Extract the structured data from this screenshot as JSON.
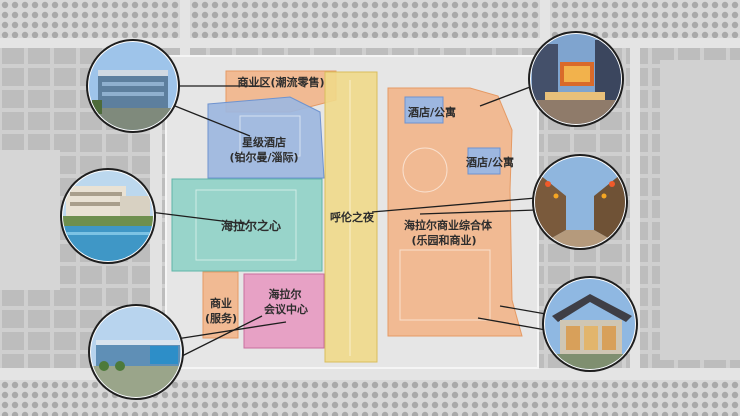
{
  "zones": {
    "commercial_trend": "商业区(潮流零售)",
    "star_hotel_line1": "星级酒店",
    "star_hotel_line2": "(铂尔曼/淄际)",
    "heart": "海拉尔之心",
    "promenade": "呼伦之夜",
    "hotel_apartment_1": "酒店/公寓",
    "hotel_apartment_2": "酒店/公寓",
    "complex_line1": "海拉尔商业综合体",
    "complex_line2": "(乐园和商业)",
    "service_line1": "商业",
    "service_line2": "(服务)",
    "conference_line1": "海拉尔",
    "conference_line2": "会议中心"
  },
  "colors": {
    "orange_zone": "#f2b58a",
    "blue_zone": "#9db7e0",
    "teal_zone": "#8fd1c6",
    "yellow_zone": "#efd98a",
    "pink_zone": "#e79bc2",
    "callout_line": "#1e1e1e"
  },
  "photos": [
    {
      "id": "glass-tower",
      "desc_icon": "building-photo"
    },
    {
      "id": "shopping-street",
      "desc_icon": "storefront-photo"
    },
    {
      "id": "resort-pool",
      "desc_icon": "resort-photo"
    },
    {
      "id": "lantern-street",
      "desc_icon": "street-photo"
    },
    {
      "id": "convention-hall",
      "desc_icon": "hall-photo"
    },
    {
      "id": "pavilion",
      "desc_icon": "pavilion-photo"
    }
  ]
}
